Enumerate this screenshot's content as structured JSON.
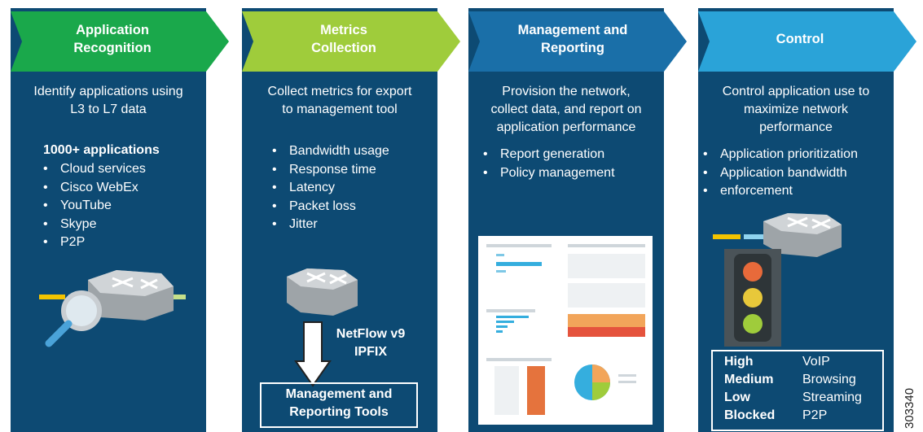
{
  "columns": [
    {
      "title_line1": "Application",
      "title_line2": "Recognition",
      "chevron_color": "#1aa84b",
      "desc_line1": "Identify applications using",
      "desc_line2": "L3 to L7 data",
      "subhead": "1000+ applications",
      "items": [
        "Cloud services",
        "Cisco WebEx",
        "YouTube",
        "Skype",
        "P2P"
      ]
    },
    {
      "title_line1": "Metrics",
      "title_line2": "Collection",
      "chevron_color": "#9fcc3b",
      "desc_line1": "Collect metrics for export",
      "desc_line2": "to management tool",
      "items": [
        "Bandwidth usage",
        "Response time",
        "Latency",
        "Packet loss",
        "Jitter"
      ],
      "flow_line1": "NetFlow v9",
      "flow_line2": "IPFIX",
      "box_line1": "Management and",
      "box_line2": "Reporting Tools"
    },
    {
      "title_line1": "Management and",
      "title_line2": "Reporting",
      "chevron_color": "#1a6fa8",
      "desc_line1": "Provision the network,",
      "desc_line2": "collect data, and report on",
      "desc_line3": "application performance",
      "items": [
        "Report generation",
        "Policy management"
      ]
    },
    {
      "title": "Control",
      "chevron_color": "#2aa3d8",
      "desc_line1": "Control application use to",
      "desc_line2": "maximize  network",
      "desc_line3": "performance",
      "items": [
        "Application prioritization",
        "Application bandwidth"
      ],
      "item_cont": "enforcement",
      "priorities": [
        {
          "level": "High",
          "app": "VoIP"
        },
        {
          "level": "Medium",
          "app": "Browsing"
        },
        {
          "level": "Low",
          "app": "Streaming"
        },
        {
          "level": "Blocked",
          "app": "P2P"
        }
      ]
    }
  ],
  "figure_id": "303340"
}
